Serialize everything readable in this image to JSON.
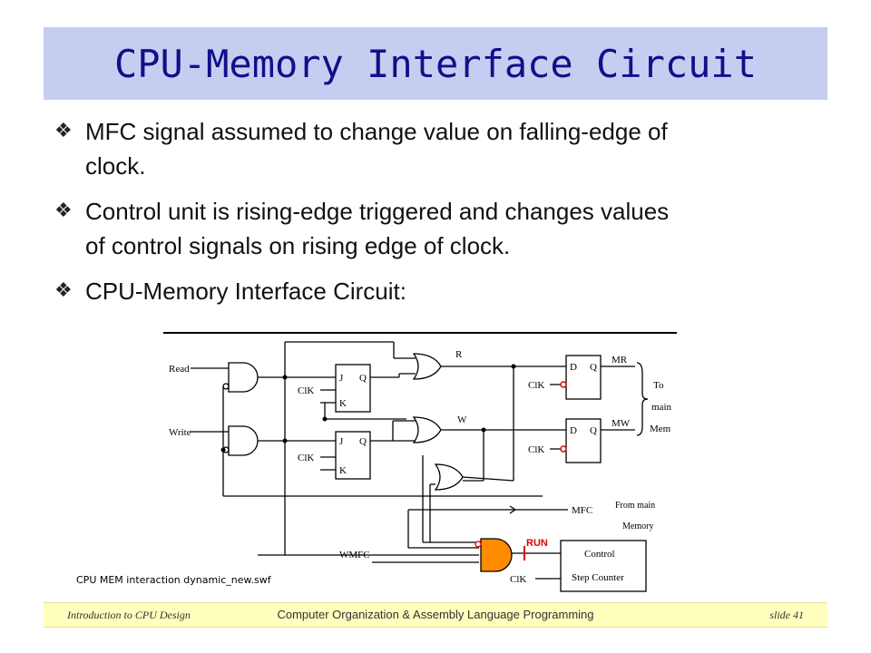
{
  "title": "CPU-Memory Interface Circuit",
  "bullet_icon": "diamond-four-point-icon",
  "bullets": [
    {
      "line1": "MFC signal assumed to change value on falling-edge of",
      "line2": "clock."
    },
    {
      "line1": "Control unit is rising-edge triggered and changes values",
      "line2": "of control signals on rising edge of clock."
    },
    {
      "line1": "CPU-Memory Interface Circuit:",
      "line2": ""
    }
  ],
  "circuit": {
    "read": "Read",
    "write": "Write",
    "clk1": "ClK",
    "clk2": "ClK",
    "clk3": "ClK",
    "clk4": "ClK",
    "clk5": "ClK",
    "j1": "J",
    "q1": "Q",
    "k1": "K",
    "j2": "J",
    "q2": "Q",
    "k2": "K",
    "d1": "D",
    "dq1": "Q",
    "d2": "D",
    "dq2": "Q",
    "r": "R",
    "w": "W",
    "mr": "MR",
    "mw": "MW",
    "to": "To",
    "main": "main",
    "mem": "Mem",
    "mfc": "MFC",
    "from_main": "From main",
    "memory": "Memory",
    "wmfc": "WMFC",
    "run": "RUN",
    "control": "Control",
    "step_counter": "Step Counter",
    "colors": {
      "highlight": "#ff8c00",
      "run_text": "#dd0000",
      "bubble": "#dd0000",
      "wire": "#000000"
    }
  },
  "swf_label": "CPU MEM interaction dynamic_new.swf",
  "footer": {
    "left": "Introduction to CPU Design",
    "center": "Computer Organization & Assembly Language Programming",
    "right": "slide 41"
  },
  "colors": {
    "title_bg": "#c7cdf0",
    "title_text": "#10108a",
    "footer_bg": "#ffffbe"
  }
}
